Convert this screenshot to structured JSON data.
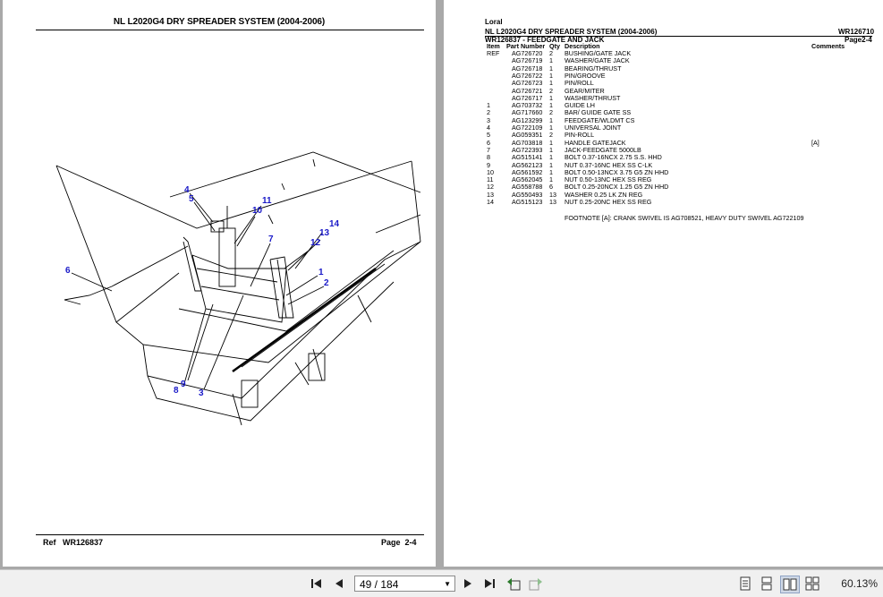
{
  "left_page": {
    "title": "NL L2020G4 DRY SPREADER SYSTEM (2004-2006)",
    "footer_left_label": "Ref",
    "footer_left_value": "WR126837",
    "footer_right_label": "Page",
    "footer_right_value": "2-4",
    "callouts": [
      "4",
      "5",
      "11",
      "10",
      "7",
      "14",
      "13",
      "12",
      "6",
      "1",
      "2",
      "9",
      "8",
      "3"
    ]
  },
  "right_page": {
    "brand": "Loral",
    "title": "NL L2020G4 DRY SPREADER SYSTEM (2004-2006)",
    "doc_number": "WR126710",
    "section": "WR126837 - FEEDGATE AND JACK",
    "page_ref": "Page2-4",
    "columns": {
      "item": "Item",
      "part": "Part Number",
      "qty": "Qty",
      "desc": "Description",
      "comments": "Comments"
    },
    "rows": [
      {
        "item": "REF",
        "part": "AG726720",
        "qty": "2",
        "desc": "BUSHING/GATE JACK",
        "comments": ""
      },
      {
        "item": "",
        "part": "AG726719",
        "qty": "1",
        "desc": "WASHER/GATE JACK",
        "comments": ""
      },
      {
        "item": "",
        "part": "AG726718",
        "qty": "1",
        "desc": "BEARING/THRUST",
        "comments": ""
      },
      {
        "item": "",
        "part": "AG726722",
        "qty": "1",
        "desc": "PIN/GROOVE",
        "comments": ""
      },
      {
        "item": "",
        "part": "AG726723",
        "qty": "1",
        "desc": "PIN/ROLL",
        "comments": ""
      },
      {
        "item": "",
        "part": "AG726721",
        "qty": "2",
        "desc": "GEAR/MITER",
        "comments": ""
      },
      {
        "item": "",
        "part": "AG726717",
        "qty": "1",
        "desc": "WASHER/THRUST",
        "comments": ""
      },
      {
        "item": "1",
        "part": "AG703732",
        "qty": "1",
        "desc": "GUIDE LH",
        "comments": ""
      },
      {
        "item": "2",
        "part": "AG717660",
        "qty": "2",
        "desc": "BAR/ GUIDE GATE SS",
        "comments": ""
      },
      {
        "item": "3",
        "part": "AG123299",
        "qty": "1",
        "desc": "FEEDGATE/WLDMT CS",
        "comments": ""
      },
      {
        "item": "4",
        "part": "AG722109",
        "qty": "1",
        "desc": "UNIVERSAL JOINT",
        "comments": ""
      },
      {
        "item": "5",
        "part": "AG059351",
        "qty": "2",
        "desc": "PIN-ROLL",
        "comments": ""
      },
      {
        "item": "6",
        "part": "AG703818",
        "qty": "1",
        "desc": "HANDLE GATEJACK",
        "comments": "[A]"
      },
      {
        "item": "7",
        "part": "AG722393",
        "qty": "1",
        "desc": "JACK-FEEDGATE   5000LB",
        "comments": ""
      },
      {
        "item": "8",
        "part": "AG515141",
        "qty": "1",
        "desc": "BOLT 0.37-16NCX 2.75 S.S. HHD",
        "comments": ""
      },
      {
        "item": "9",
        "part": "AG562123",
        "qty": "1",
        "desc": "NUT 0.37-16NC HEX SS C-LK",
        "comments": ""
      },
      {
        "item": "10",
        "part": "AG561592",
        "qty": "1",
        "desc": "BOLT 0.50-13NCX 3.75 G5 ZN HHD",
        "comments": ""
      },
      {
        "item": "11",
        "part": "AG562045",
        "qty": "1",
        "desc": "NUT 0.50-13NC HEX SS REG",
        "comments": ""
      },
      {
        "item": "12",
        "part": "AG558788",
        "qty": "6",
        "desc": "BOLT 0.25-20NCX 1.25 G5 ZN HHD",
        "comments": ""
      },
      {
        "item": "13",
        "part": "AG550493",
        "qty": "13",
        "desc": "WASHER 0.25 LK ZN REG",
        "comments": ""
      },
      {
        "item": "14",
        "part": "AG515123",
        "qty": "13",
        "desc": "NUT 0.25-20NC HEX SS REG",
        "comments": ""
      }
    ],
    "footnote": "FOOTNOTE [A]: CRANK SWIVEL IS AG708521, HEAVY DUTY SWIVEL AG722109"
  },
  "toolbar": {
    "page_indicator": "49 / 184",
    "zoom": "60.13%"
  },
  "colors": {
    "callout": "#1a1ac8",
    "viewer_bg": "#a9a9a9",
    "toolbar_bg": "#f0f0f0"
  }
}
